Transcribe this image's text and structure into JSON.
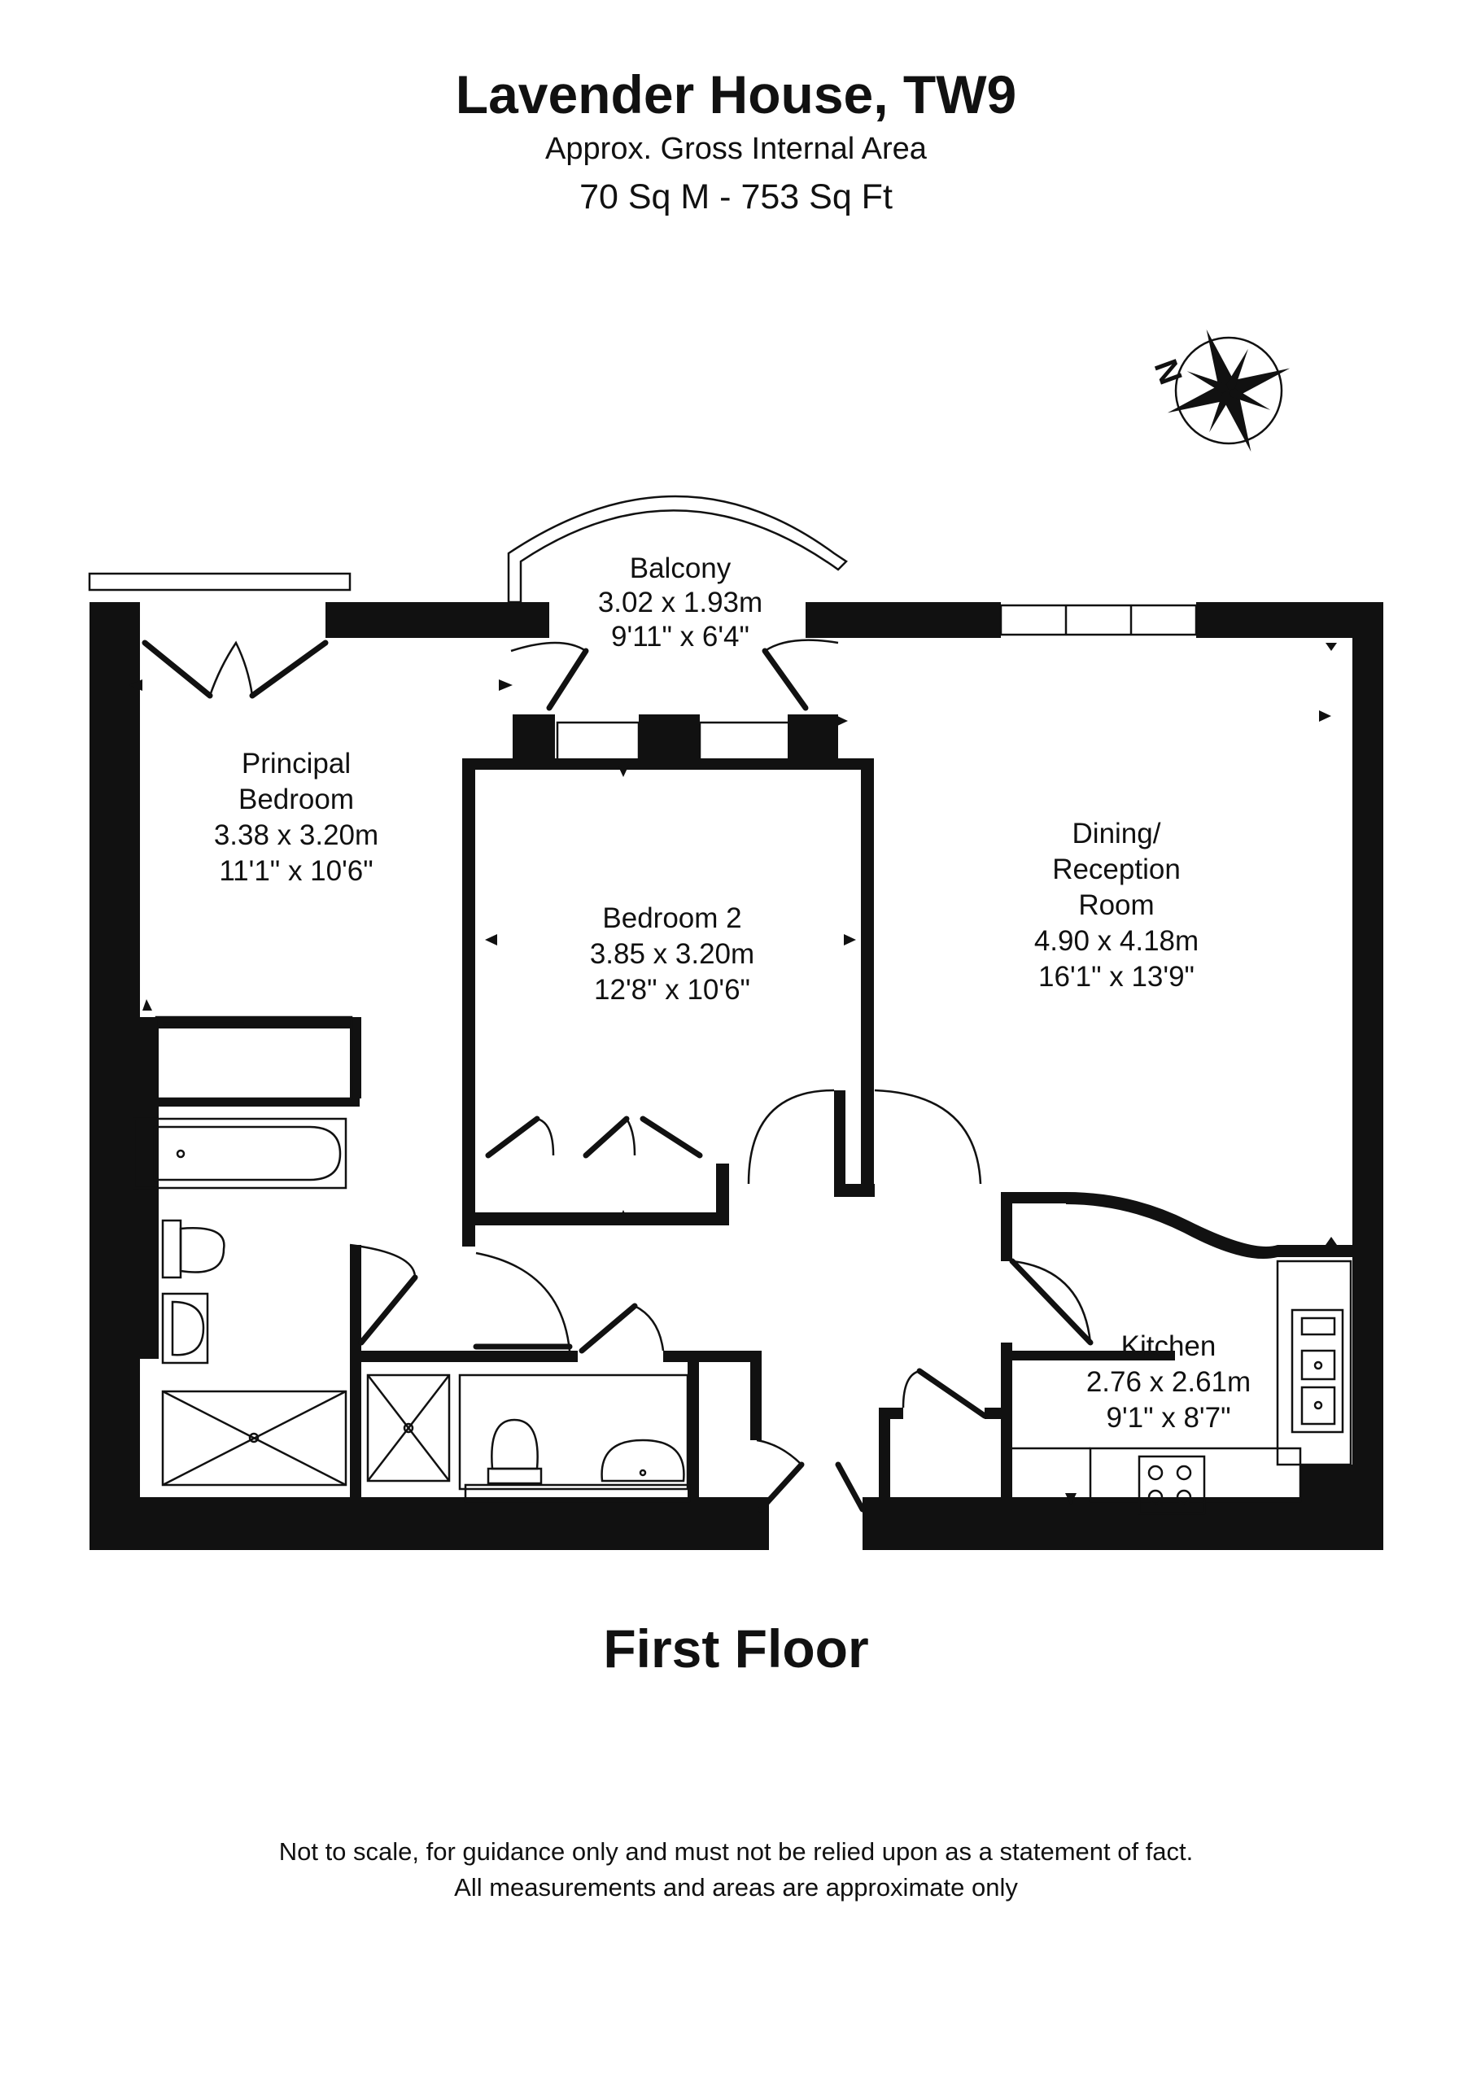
{
  "header": {
    "title": "Lavender House, TW9",
    "area_label": "Approx. Gross Internal Area",
    "area_value": "70 Sq M -  753 Sq Ft"
  },
  "compass": {
    "label": "N"
  },
  "rooms": {
    "balcony": {
      "name": "Balcony",
      "metric": "3.02 x 1.93m",
      "imperial": "9'11\" x 6'4\""
    },
    "principal_bedroom": {
      "name_line1": "Principal",
      "name_line2": "Bedroom",
      "metric": "3.38 x 3.20m",
      "imperial": "11'1\" x 10'6\""
    },
    "bedroom_2": {
      "name": "Bedroom 2",
      "metric": "3.85 x 3.20m",
      "imperial": "12'8\" x 10'6\""
    },
    "dining_reception": {
      "name_line1": "Dining/",
      "name_line2": "Reception",
      "name_line3": "Room",
      "metric": "4.90 x 4.18m",
      "imperial": "16'1\" x 13'9\""
    },
    "kitchen": {
      "name": "Kitchen",
      "metric": "2.76 x 2.61m",
      "imperial": "9'1\" x 8'7\""
    }
  },
  "floor_label": "First Floor",
  "disclaimer": {
    "line1": "Not to scale, for guidance only and must not be relied upon as a statement of fact.",
    "line2": "All measurements and areas are approximate only"
  },
  "colors": {
    "ink": "#111111",
    "background": "#ffffff"
  }
}
